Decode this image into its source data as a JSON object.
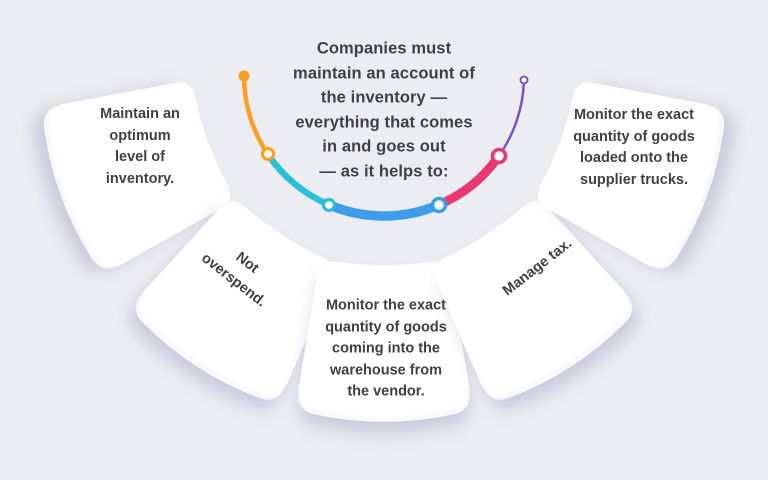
{
  "title_block": {
    "lines": [
      "Companies must",
      "maintain an account of",
      "the inventory —",
      "everything that comes",
      "in and goes out",
      "— as it helps to:"
    ]
  },
  "cards": [
    {
      "name": "maintain-optimum-inventory",
      "lines": [
        "Maintain an",
        "optimum",
        "level of",
        "inventory."
      ]
    },
    {
      "name": "not-overspend",
      "lines": [
        "Not",
        "overspend."
      ]
    },
    {
      "name": "monitor-incoming-goods",
      "lines": [
        "Monitor the exact",
        "quantity of goods",
        "coming into the",
        "warehouse from",
        "the vendor."
      ]
    },
    {
      "name": "manage-tax",
      "lines": [
        "Manage tax."
      ]
    },
    {
      "name": "monitor-loaded-goods",
      "lines": [
        "Monitor the exact",
        "quantity of goods",
        "loaded onto the",
        "supplier trucks."
      ]
    }
  ],
  "arc": {
    "segments": [
      {
        "name": "orange",
        "color": "#F9A01F"
      },
      {
        "name": "teal",
        "color": "#29C0D8"
      },
      {
        "name": "blue",
        "color": "#3E9CEA"
      },
      {
        "name": "pink",
        "color": "#E8386D"
      },
      {
        "name": "purple",
        "color": "#7B51C9"
      }
    ]
  },
  "colors": {
    "background": "#ECEDF2",
    "card": "#FFFFFF",
    "text": "#3F3F45"
  }
}
